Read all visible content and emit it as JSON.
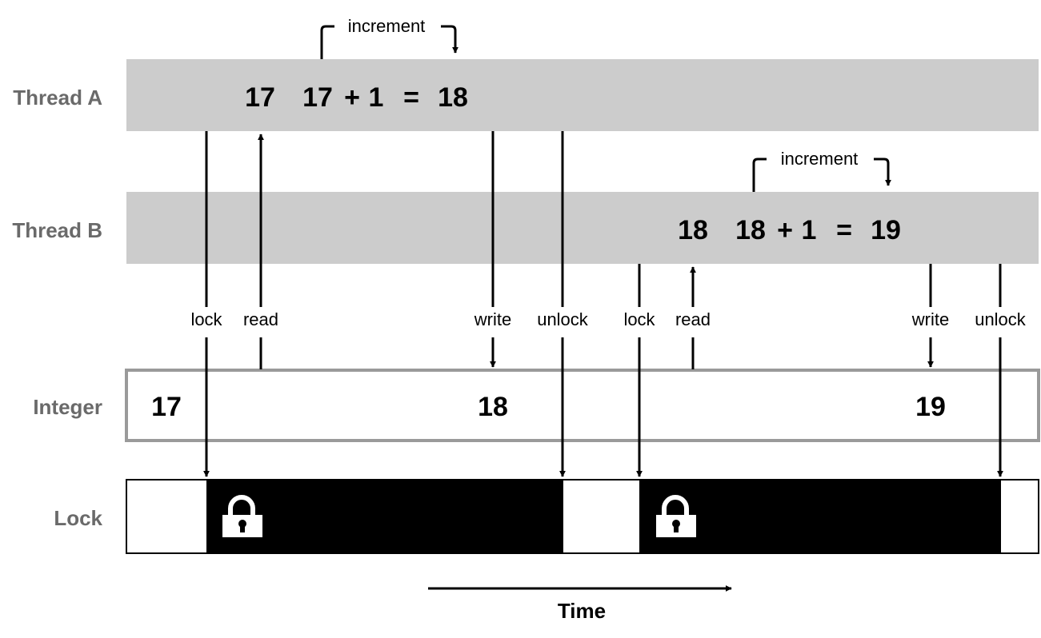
{
  "rows": {
    "thread_a": "Thread A",
    "thread_b": "Thread B",
    "integer": "Integer",
    "lock": "Lock"
  },
  "thread_a": {
    "increment_label": "increment",
    "read_value": "17",
    "expr_left": "17",
    "expr_op": "+",
    "expr_one": "1",
    "expr_eq": "=",
    "expr_result": "18"
  },
  "thread_b": {
    "increment_label": "increment",
    "read_value": "18",
    "expr_left": "18",
    "expr_op": "+",
    "expr_one": "1",
    "expr_eq": "=",
    "expr_result": "19"
  },
  "events": {
    "a_lock": "lock",
    "a_read": "read",
    "a_write": "write",
    "a_unlock": "unlock",
    "b_lock": "lock",
    "b_read": "read",
    "b_write": "write",
    "b_unlock": "unlock"
  },
  "integer_values": {
    "initial": "17",
    "after_a": "18",
    "after_b": "19"
  },
  "lock_icons": {
    "first": "padlock-icon",
    "second": "padlock-icon"
  },
  "time_label": "Time",
  "colors": {
    "thread_band": "#cccccc",
    "label_gray": "#6a6a6a",
    "integer_border": "#9a9a9a",
    "locked_fill": "#000000",
    "unlocked_fill": "#ffffff"
  }
}
